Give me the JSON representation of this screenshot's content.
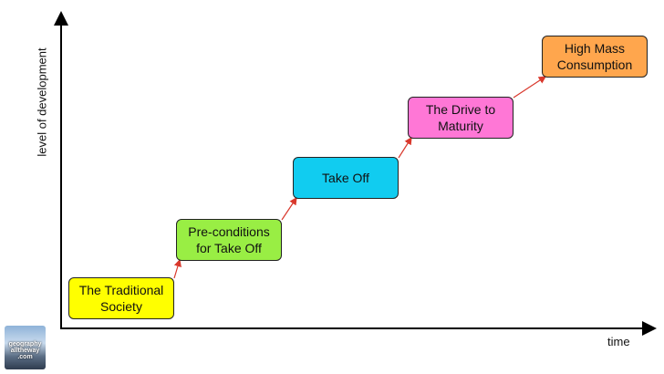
{
  "axes": {
    "y_label": "level of development",
    "x_label": "time"
  },
  "stages": [
    {
      "label": "The Traditional\nSociety",
      "color": "#ffff00"
    },
    {
      "label": "Pre-conditions\nfor Take Off",
      "color": "#99ee44"
    },
    {
      "label": "Take Off",
      "color": "#11ccf0"
    },
    {
      "label": "The Drive to\nMaturity",
      "color": "#ff77d6"
    },
    {
      "label": "High Mass\nConsumption",
      "color": "#ffa64d"
    }
  ],
  "colors": {
    "axis": "#000000",
    "connector": "#d9382c"
  },
  "logo": {
    "text": "geography\nalltheway\n.com"
  }
}
